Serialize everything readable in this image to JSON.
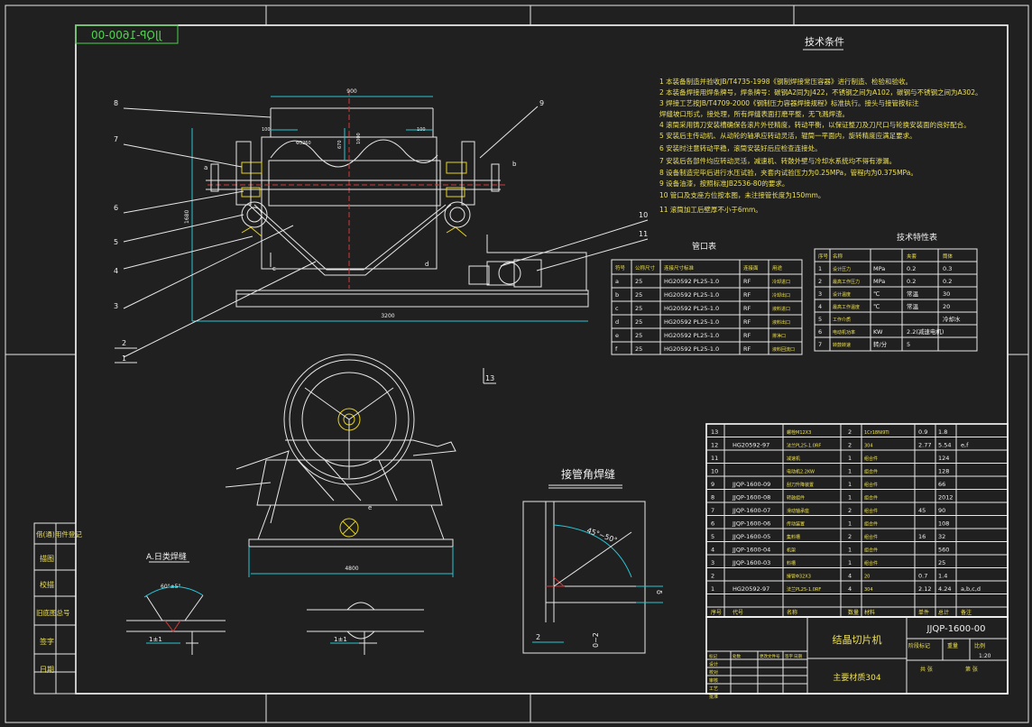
{
  "drawing": {
    "code_box": "JJQP-1600-00",
    "tech_title": "技术条件",
    "tech_notes": [
      "1  本装备制造并验收JB/T4735-1998《钢制焊接常压容器》进行制造、检验和验收。",
      "2  本装备焊接用焊条牌号，焊条牌号：碳钢A2同为J422，不锈钢之间为A102，碳钢与不锈钢之间为A302。",
      "3  焊接工艺按JB/T4709-2000《钢制压力容器焊接规程》标准执行。接头与接管按标注",
      "   焊缝坡口形式，接处理，所有焊缝表面打磨平整，无飞溅焊渣。",
      "4  滚筒采用铸刀安装槽确保各滚片外径精度，转动平衡，以保证整刀及刀尺口与轮换安装面的良好配合。",
      "5  安装后主传动机、从动轮的轴承应转动灵活，辊筒一平面内，旋转精度应满足要求。",
      "6  安装时注意转动平稳，滚筒安装好后应检查连接处。",
      "7  安装后各部件均应转动灵活，减速机、转鼓外壁与冷却水系统均不得有渗漏。",
      "8  设备制造完毕后进行水压试验，夹套内试验压力为0.25MPa，管程内为0.375MPa。",
      "9  设备油漆，按照标准JB2536-80的要求。",
      "10  管口及支座方位按本图，未注接管长度为150mm。",
      "11  滚筒加工后壁厚不小于6mm。"
    ],
    "nozzle_table": {
      "title": "管口表",
      "headers": [
        "符号",
        "公称尺寸",
        "连接尺寸标准",
        "连接面",
        "用途"
      ],
      "rows": [
        [
          "a",
          "25",
          "HG20592 PL25-1.0",
          "RF",
          "冷却进口"
        ],
        [
          "b",
          "25",
          "HG20592 PL25-1.0",
          "RF",
          "冷却出口"
        ],
        [
          "c",
          "25",
          "HG20592 PL25-1.0",
          "RF",
          "液料进口"
        ],
        [
          "d",
          "25",
          "HG20592 PL25-1.0",
          "RF",
          "液料出口"
        ],
        [
          "e",
          "25",
          "HG20592 PL25-1.0",
          "RF",
          "排净口"
        ],
        [
          "f",
          "25",
          "HG20592 PL25-1.0",
          "RF",
          "液料回流口"
        ]
      ]
    },
    "spec_table": {
      "title": "技术特性表",
      "headers": [
        "序号",
        "名称",
        "",
        "夹套",
        "筒体"
      ],
      "rows": [
        [
          "1",
          "设计压力",
          "MPa",
          "0.2",
          "0.3"
        ],
        [
          "2",
          "最高工作压力",
          "MPa",
          "0.2",
          "0.2"
        ],
        [
          "3",
          "设计温度",
          "℃",
          "常温",
          "30"
        ],
        [
          "4",
          "最高工作温度",
          "℃",
          "常温",
          "20"
        ],
        [
          "5",
          "工作介质",
          "",
          "",
          "冷却水"
        ],
        [
          "6",
          "电动机功率",
          "KW",
          "2.2(减速电机)",
          ""
        ],
        [
          "7",
          "转鼓转速",
          "转/分",
          "5",
          ""
        ]
      ]
    },
    "parts_list": {
      "rows": [
        [
          "13",
          "",
          "螺栓M12X3",
          "2",
          "1Cr18Ni9Ti",
          "0.9",
          "1.8",
          ""
        ],
        [
          "12",
          "HG20592-97",
          "法兰PL25-1.0RF",
          "2",
          "304",
          "2.77",
          "5.54",
          "e,f"
        ],
        [
          "11",
          "",
          "减速机",
          "1",
          "组合件",
          "",
          "124",
          ""
        ],
        [
          "10",
          "",
          "电动机2.2KW",
          "1",
          "组合件",
          "",
          "128",
          ""
        ],
        [
          "9",
          "JJQP-1600-09",
          "刮刀升降装置",
          "1",
          "组合件",
          "",
          "66",
          ""
        ],
        [
          "8",
          "JJQP-1600-08",
          "转鼓组件",
          "1",
          "组合件",
          "",
          "2012",
          ""
        ],
        [
          "7",
          "JJQP-1600-07",
          "滑动轴承座",
          "2",
          "组合件",
          "45",
          "90",
          ""
        ],
        [
          "6",
          "JJQP-1600-06",
          "传动装置",
          "1",
          "组合件",
          "",
          "108",
          ""
        ],
        [
          "5",
          "JJQP-1600-05",
          "集料槽",
          "2",
          "组合件",
          "16",
          "32",
          ""
        ],
        [
          "4",
          "JJQP-1600-04",
          "机架",
          "1",
          "组合件",
          "",
          "560",
          ""
        ],
        [
          "3",
          "JJQP-1600-03",
          "料槽",
          "1",
          "组合件",
          "",
          "25",
          ""
        ],
        [
          "2",
          "",
          "接管Φ32X3",
          "4",
          "20",
          "0.7",
          "1.4",
          ""
        ],
        [
          "1",
          "HG20592-97",
          "法兰PL25-1.0RF",
          "4",
          "304",
          "2.12",
          "4.24",
          "a,b,c,d"
        ]
      ],
      "header": [
        "序号",
        "代号",
        "名称",
        "数量",
        "材料",
        "单件",
        "总计",
        "备注"
      ]
    },
    "title_block": {
      "drawing_no": "JJQP-1600-00",
      "name": "结晶切片机",
      "material_note": "主要材质304",
      "weight_label": "重量",
      "scale_label": "比例",
      "scale": "1:20",
      "sheet_label": "第  张",
      "total_label": "共  张",
      "stage_label": "阶段标记",
      "rows_left": [
        "设计",
        "校对",
        "审核",
        "工艺",
        "批准"
      ],
      "col_heads": [
        "标记",
        "处数",
        "更改文件号",
        "签字",
        "日期"
      ]
    },
    "left_strip": [
      "借(通)用件登记",
      "描图",
      "校描",
      "旧底图总号",
      "签字",
      "日期"
    ],
    "views": {
      "weld_title": "接管角焊缝",
      "weld_angle": "45°~50°",
      "detail_a_title": "A.日类焊缝",
      "detail_a_angle": "60°±5°",
      "dim_1": "1±1",
      "dim_2": "1±1",
      "dim_3": "2",
      "dim_4": "0~2",
      "dim_5": "δ",
      "section_label": "13",
      "dim_top": "900",
      "dim_3200": "3200",
      "dim_1680": "1680",
      "dim_bottom2": "4800",
      "dim_1000": "1000",
      "dim_100a": "100",
      "dim_100b": "100",
      "dim_670": "670",
      "dim_dia": "Φ3260",
      "nozzle_a": "a",
      "nozzle_b": "b",
      "nozzle_c": "c",
      "nozzle_d": "d",
      "nozzle_e": "e",
      "callouts": [
        "1",
        "2",
        "3",
        "4",
        "5",
        "6",
        "7",
        "8",
        "9",
        "10",
        "11"
      ]
    }
  }
}
